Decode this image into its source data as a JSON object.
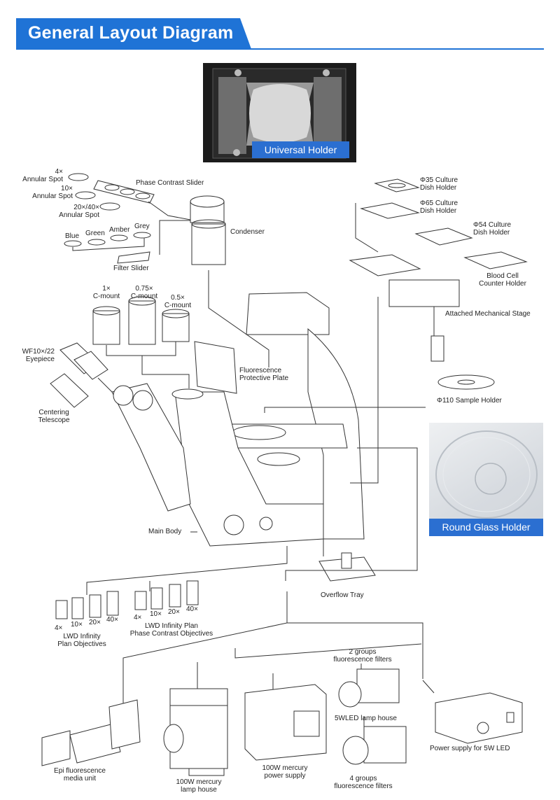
{
  "header": {
    "title": "General Layout Diagram"
  },
  "photos": {
    "universal_holder": "Universal Holder",
    "round_glass_holder": "Round Glass Holder"
  },
  "labels": {
    "annular_4x": "4×\nAnnular Spot",
    "annular_10x": "10×\nAnnular Spot",
    "annular_20x40x": "20×/40×\nAnnular Spot",
    "phase_contrast_slider": "Phase Contrast Slider",
    "condenser": "Condenser",
    "blue": "Blue",
    "green": "Green",
    "amber": "Amber",
    "grey": "Grey",
    "filter_slider": "Filter Slider",
    "cmount_1x": "1×\nC-mount",
    "cmount_075x": "0.75×\nC-mount",
    "cmount_05x": "0.5×\nC-mount",
    "eyepiece": "WF10×/22\nEyepiece",
    "centering_telescope": "Centering\nTelescope",
    "fluorescence_plate": "Fluorescence\nProtective Plate",
    "main_body": "Main Body",
    "dish_35": "Φ35 Culture\nDish Holder",
    "dish_65": "Φ65 Culture\nDish Holder",
    "dish_54": "Φ54 Culture\nDish Holder",
    "blood_cell": "Blood Cell\nCounter Holder",
    "mech_stage": "Attached Mechanical Stage",
    "sample_holder": "Φ110 Sample Holder",
    "overflow_tray": "Overflow Tray",
    "plan_objectives": "LWD Infinity\nPlan Objectives",
    "phase_objectives": "LWD Infinity Plan\nPhase Contrast Objectives",
    "epi_unit": "Epi fluorescence\nmedia unit",
    "mercury_house": "100W mercury\nlamp house",
    "mercury_power": "100W mercury\npower supply",
    "filters_2": "2 groups\nfluorescence filters",
    "led_house": "5WLED lamp house",
    "filters_4": "4 groups\nfluorescence filters",
    "led_power": "Power supply for 5W LED"
  },
  "objectives": {
    "plan": [
      "4×",
      "10×",
      "20×",
      "40×"
    ],
    "phase": [
      "4×",
      "10×",
      "20×",
      "40×"
    ]
  },
  "colors": {
    "accent": "#1f73d6",
    "label_bg": "#2b6fd1"
  }
}
